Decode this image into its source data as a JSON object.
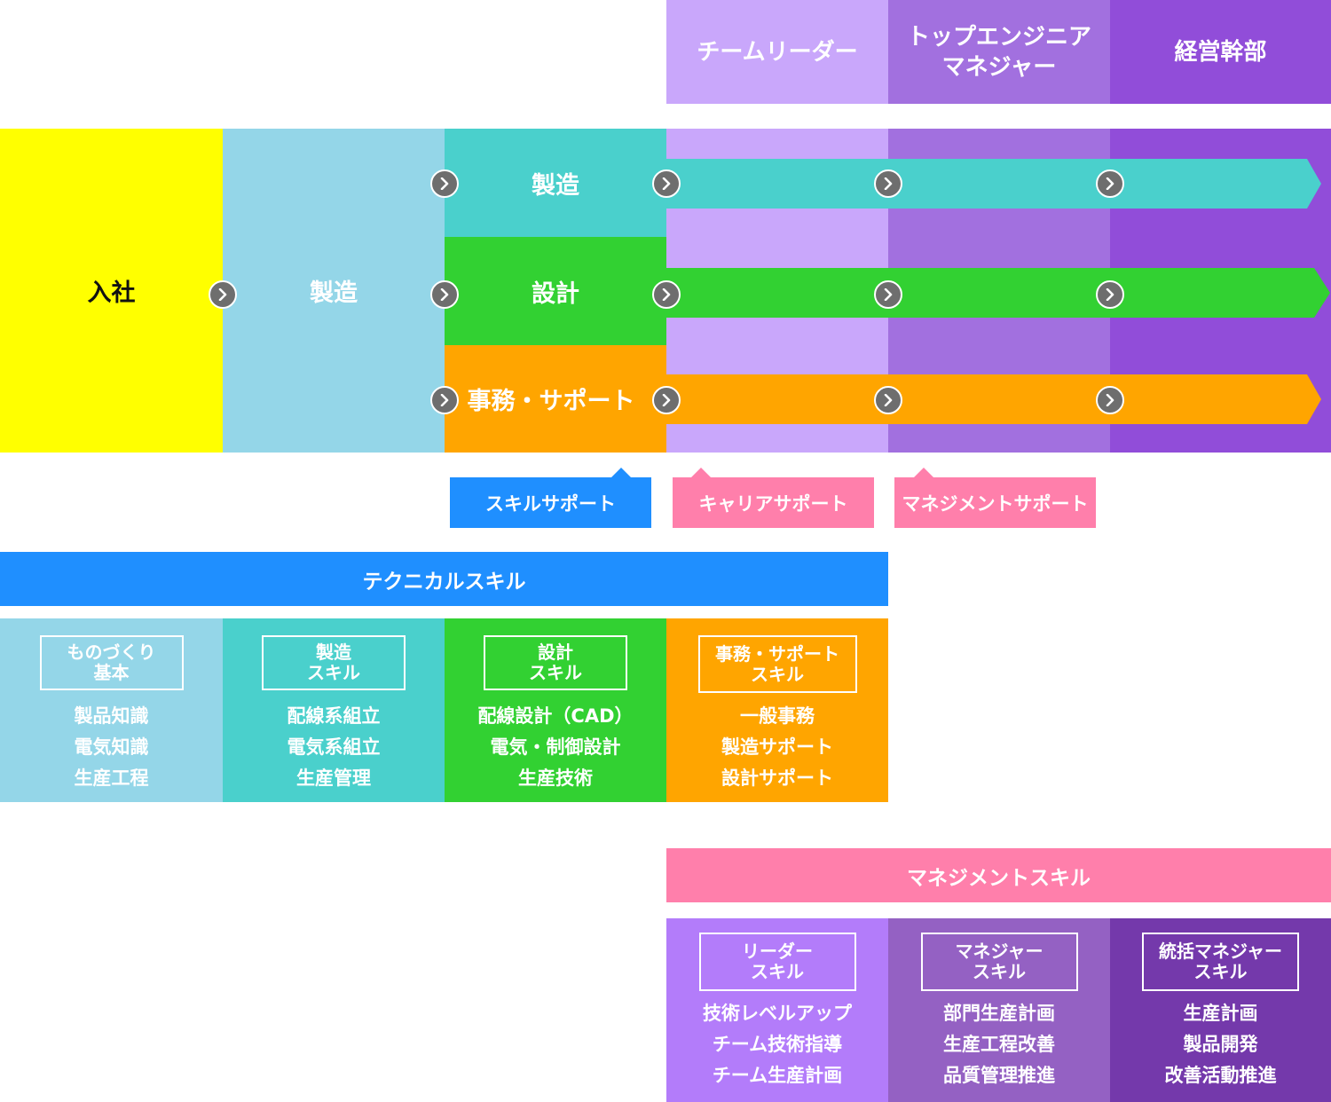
{
  "colors": {
    "yellow": "#ffff00",
    "light_blue": "#94d6e8",
    "teal": "#4ad0cc",
    "green": "#32d132",
    "orange": "#ffa500",
    "lavender": "#c9a7fb",
    "mid_purple": "#a270df",
    "purple": "#914dd9",
    "blue": "#1f8fff",
    "pink": "#ff7fab",
    "skill_purple_1": "#b37cfa",
    "skill_purple_2": "#9461c3",
    "skill_purple_3": "#7439ab"
  },
  "header": {
    "team_leader": "チームリーダー",
    "top_engineer": "トップエンジニア\nマネジャー",
    "executive": "経営幹部"
  },
  "stages": {
    "join": "入社",
    "manufacturing": "製造"
  },
  "tracks": [
    {
      "label": "製造"
    },
    {
      "label": "設計"
    },
    {
      "label": "事務・サポート"
    }
  ],
  "supports": [
    {
      "label": "スキルサポート"
    },
    {
      "label": "キャリアサポート"
    },
    {
      "label": "マネジメントサポート"
    }
  ],
  "technical_skill": {
    "title": "テクニカルスキル",
    "columns": [
      {
        "box": "ものづくり\n基本",
        "items": [
          "製品知識",
          "電気知識",
          "生産工程"
        ]
      },
      {
        "box": "製造\nスキル",
        "items": [
          "配線系組立",
          "電気系組立",
          "生産管理"
        ]
      },
      {
        "box": "設計\nスキル",
        "items": [
          "配線設計（CAD）",
          "電気・制御設計",
          "生産技術"
        ]
      },
      {
        "box": "事務・サポート\nスキル",
        "items": [
          "一般事務",
          "製造サポート",
          "設計サポート"
        ]
      }
    ]
  },
  "management_skill": {
    "title": "マネジメントスキル",
    "columns": [
      {
        "box": "リーダー\nスキル",
        "items": [
          "技術レベルアップ",
          "チーム技術指導",
          "チーム生産計画"
        ]
      },
      {
        "box": "マネジャー\nスキル",
        "items": [
          "部門生産計画",
          "生産工程改善",
          "品質管理推進"
        ]
      },
      {
        "box": "統括マネジャー\nスキル",
        "items": [
          "生産計画",
          "製品開発",
          "改善活動推進"
        ]
      }
    ]
  }
}
